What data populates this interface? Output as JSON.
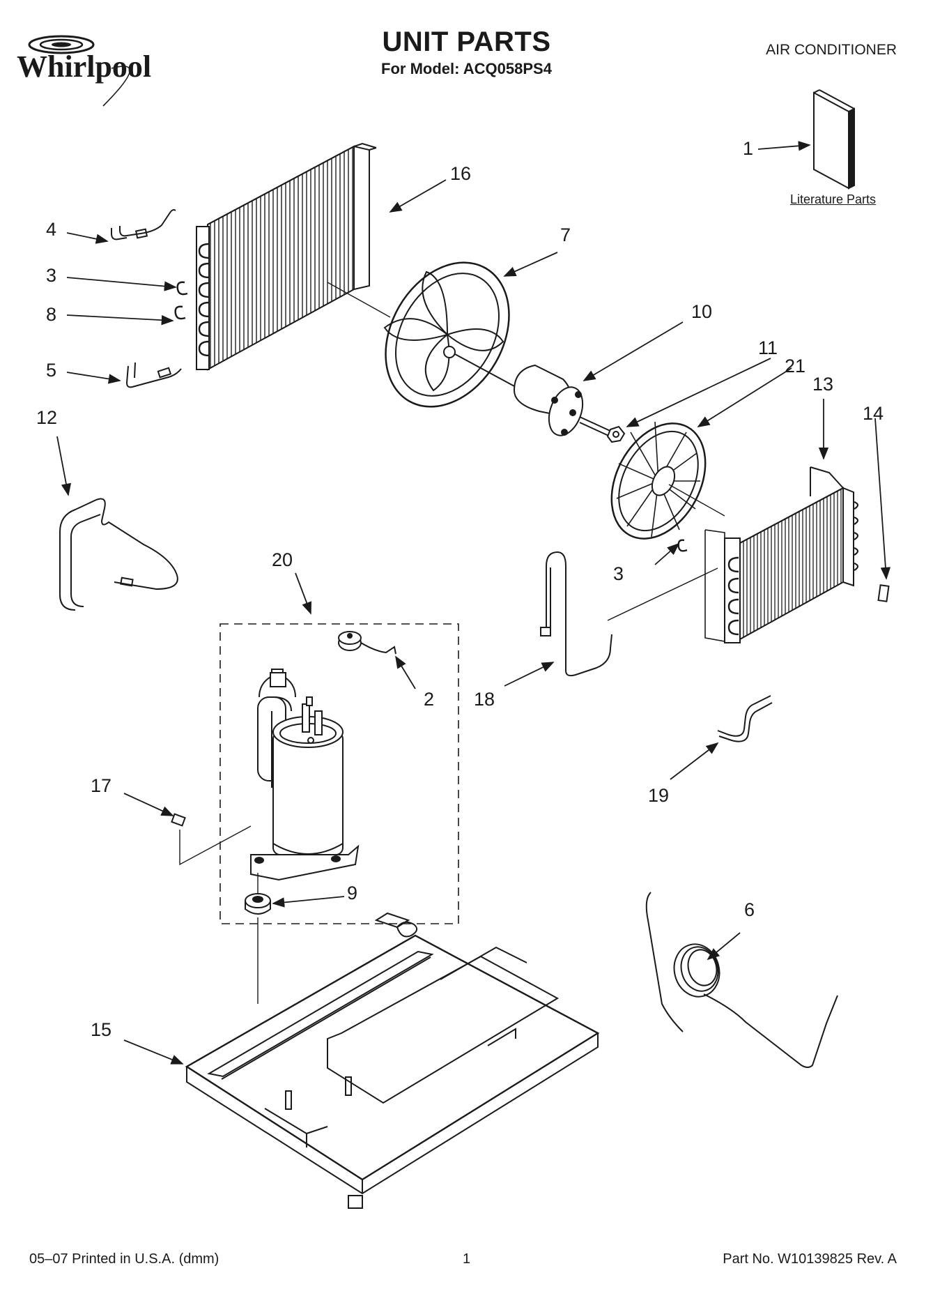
{
  "header": {
    "brand": "Whirlpool",
    "title": "UNIT PARTS",
    "model_line": "For Model: ACQ058PS4",
    "category": "AIR CONDITIONER"
  },
  "literature_label": "Literature Parts",
  "callouts": {
    "c1": "1",
    "c2": "2",
    "c3a": "3",
    "c3b": "3",
    "c4": "4",
    "c5": "5",
    "c6": "6",
    "c7": "7",
    "c8": "8",
    "c9": "9",
    "c10": "10",
    "c11": "11",
    "c12": "12",
    "c13": "13",
    "c14": "14",
    "c15": "15",
    "c16": "16",
    "c17": "17",
    "c18": "18",
    "c19": "19",
    "c20": "20",
    "c21": "21"
  },
  "footer": {
    "printed": "05–07 Printed in U.S.A. (dmm)",
    "page": "1",
    "part_no": "Part No. W10139825 Rev. A"
  },
  "colors": {
    "ink": "#1a1a1a",
    "background": "#ffffff"
  }
}
